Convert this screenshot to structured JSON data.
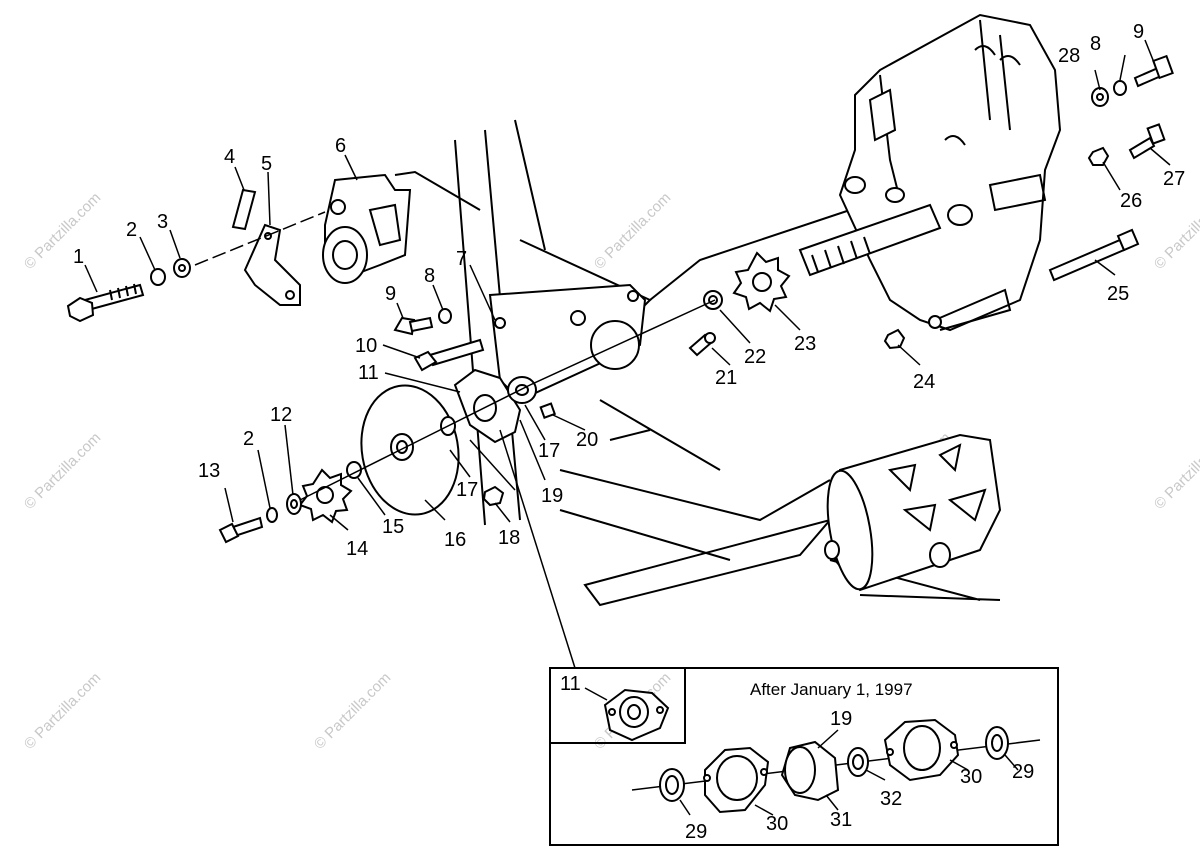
{
  "watermark": "© Partzilla.com",
  "inset": {
    "title": "After January 1, 1997"
  },
  "callouts": {
    "c1": "1",
    "c2a": "2",
    "c3": "3",
    "c4": "4",
    "c5": "5",
    "c6": "6",
    "c7": "7",
    "c8a": "8",
    "c9a": "9",
    "c10": "10",
    "c11a": "11",
    "c12": "12",
    "c13": "13",
    "c2b": "2",
    "c14": "14",
    "c15": "15",
    "c16": "16",
    "c17a": "17",
    "c17b": "17",
    "c18": "18",
    "c19a": "19",
    "c20": "20",
    "c21": "21",
    "c22": "22",
    "c23": "23",
    "c24": "24",
    "c25": "25",
    "c26": "26",
    "c27": "27",
    "c28": "28",
    "c8b": "8",
    "c9b": "9",
    "c11b": "11",
    "c19b": "19",
    "c29a": "29",
    "c30a": "30",
    "c31": "31",
    "c32": "32",
    "c30b": "30",
    "c29b": "29"
  }
}
